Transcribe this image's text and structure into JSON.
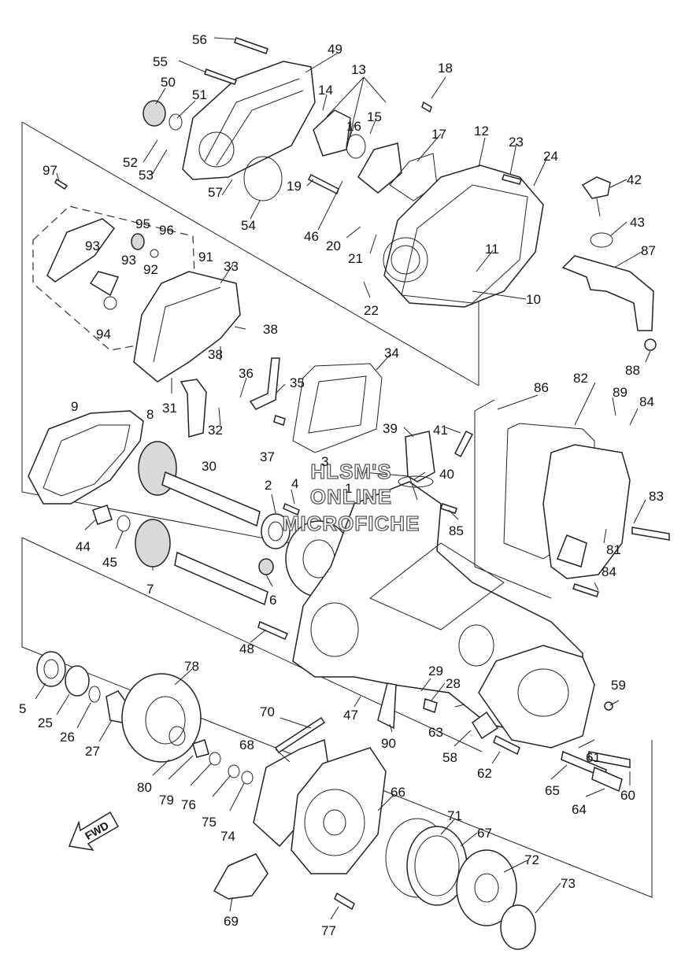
{
  "watermark": [
    "HLSM'S",
    "ONLINE",
    "MICROFICHE"
  ],
  "fwd_label": "FWD",
  "callouts": [
    {
      "id": "56",
      "label": "56"
    },
    {
      "id": "49",
      "label": "49"
    },
    {
      "id": "55",
      "label": "55"
    },
    {
      "id": "13",
      "label": "13"
    },
    {
      "id": "18",
      "label": "18"
    },
    {
      "id": "50",
      "label": "50"
    },
    {
      "id": "51",
      "label": "51"
    },
    {
      "id": "14",
      "label": "14"
    },
    {
      "id": "16",
      "label": "16"
    },
    {
      "id": "15",
      "label": "15"
    },
    {
      "id": "17",
      "label": "17"
    },
    {
      "id": "12",
      "label": "12"
    },
    {
      "id": "23",
      "label": "23"
    },
    {
      "id": "24",
      "label": "24"
    },
    {
      "id": "52",
      "label": "52"
    },
    {
      "id": "53",
      "label": "53"
    },
    {
      "id": "97",
      "label": "97"
    },
    {
      "id": "57",
      "label": "57"
    },
    {
      "id": "54",
      "label": "54"
    },
    {
      "id": "19",
      "label": "19"
    },
    {
      "id": "42",
      "label": "42"
    },
    {
      "id": "46",
      "label": "46"
    },
    {
      "id": "43",
      "label": "43"
    },
    {
      "id": "95",
      "label": "95"
    },
    {
      "id": "96",
      "label": "96"
    },
    {
      "id": "20",
      "label": "20"
    },
    {
      "id": "87",
      "label": "87"
    },
    {
      "id": "93a",
      "label": "93"
    },
    {
      "id": "91",
      "label": "91"
    },
    {
      "id": "21",
      "label": "21"
    },
    {
      "id": "11",
      "label": "11"
    },
    {
      "id": "93b",
      "label": "93"
    },
    {
      "id": "33",
      "label": "33"
    },
    {
      "id": "92",
      "label": "92"
    },
    {
      "id": "10",
      "label": "10"
    },
    {
      "id": "22",
      "label": "22"
    },
    {
      "id": "94",
      "label": "94"
    },
    {
      "id": "38a",
      "label": "38"
    },
    {
      "id": "34",
      "label": "34"
    },
    {
      "id": "88",
      "label": "88"
    },
    {
      "id": "38b",
      "label": "38"
    },
    {
      "id": "36",
      "label": "36"
    },
    {
      "id": "35",
      "label": "35"
    },
    {
      "id": "86",
      "label": "86"
    },
    {
      "id": "82",
      "label": "82"
    },
    {
      "id": "89",
      "label": "89"
    },
    {
      "id": "31",
      "label": "31"
    },
    {
      "id": "9",
      "label": "9"
    },
    {
      "id": "84a",
      "label": "84"
    },
    {
      "id": "32",
      "label": "32"
    },
    {
      "id": "8",
      "label": "8"
    },
    {
      "id": "39",
      "label": "39"
    },
    {
      "id": "41",
      "label": "41"
    },
    {
      "id": "30",
      "label": "30"
    },
    {
      "id": "37",
      "label": "37"
    },
    {
      "id": "3",
      "label": "3"
    },
    {
      "id": "40",
      "label": "40"
    },
    {
      "id": "2",
      "label": "2"
    },
    {
      "id": "4",
      "label": "4"
    },
    {
      "id": "1",
      "label": "1"
    },
    {
      "id": "83",
      "label": "83"
    },
    {
      "id": "85",
      "label": "85"
    },
    {
      "id": "44",
      "label": "44"
    },
    {
      "id": "81",
      "label": "81"
    },
    {
      "id": "45",
      "label": "45"
    },
    {
      "id": "7",
      "label": "7"
    },
    {
      "id": "84b",
      "label": "84"
    },
    {
      "id": "6",
      "label": "6"
    },
    {
      "id": "48",
      "label": "48"
    },
    {
      "id": "78",
      "label": "78"
    },
    {
      "id": "29",
      "label": "29"
    },
    {
      "id": "28",
      "label": "28"
    },
    {
      "id": "59",
      "label": "59"
    },
    {
      "id": "5",
      "label": "5"
    },
    {
      "id": "25",
      "label": "25"
    },
    {
      "id": "26",
      "label": "26"
    },
    {
      "id": "27",
      "label": "27"
    },
    {
      "id": "70",
      "label": "70"
    },
    {
      "id": "47",
      "label": "47"
    },
    {
      "id": "63",
      "label": "63"
    },
    {
      "id": "90",
      "label": "90"
    },
    {
      "id": "68",
      "label": "68"
    },
    {
      "id": "58",
      "label": "58"
    },
    {
      "id": "61",
      "label": "61"
    },
    {
      "id": "80",
      "label": "80"
    },
    {
      "id": "79",
      "label": "79"
    },
    {
      "id": "62",
      "label": "62"
    },
    {
      "id": "76",
      "label": "76"
    },
    {
      "id": "75",
      "label": "75"
    },
    {
      "id": "65",
      "label": "65"
    },
    {
      "id": "60",
      "label": "60"
    },
    {
      "id": "64",
      "label": "64"
    },
    {
      "id": "74",
      "label": "74"
    },
    {
      "id": "66",
      "label": "66"
    },
    {
      "id": "71",
      "label": "71"
    },
    {
      "id": "67",
      "label": "67"
    },
    {
      "id": "72",
      "label": "72"
    },
    {
      "id": "73",
      "label": "73"
    },
    {
      "id": "69",
      "label": "69"
    },
    {
      "id": "77",
      "label": "77"
    }
  ]
}
